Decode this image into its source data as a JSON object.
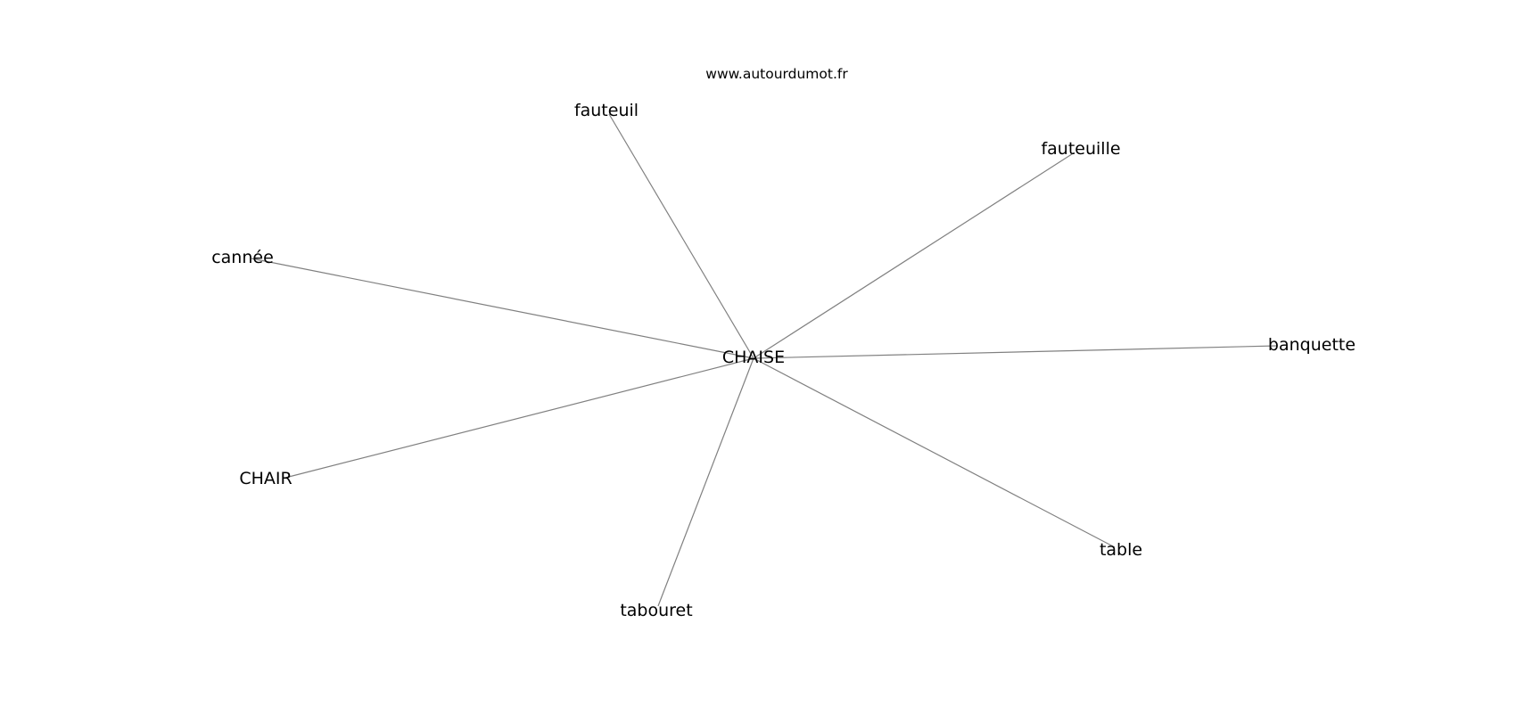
{
  "site": "www.autourdumot.fr",
  "center": {
    "id": "chaise",
    "label": "CHAISE"
  },
  "nodes": [
    {
      "id": "fauteuil",
      "label": "fauteuil"
    },
    {
      "id": "fauteuille",
      "label": "fauteuille"
    },
    {
      "id": "cannee",
      "label": "cannée"
    },
    {
      "id": "banquette",
      "label": "banquette"
    },
    {
      "id": "chair",
      "label": "CHAIR"
    },
    {
      "id": "table",
      "label": "table"
    },
    {
      "id": "tabouret",
      "label": "tabouret"
    }
  ],
  "colors": {
    "edge": "#808080",
    "text": "#000000",
    "background": "#ffffff"
  }
}
